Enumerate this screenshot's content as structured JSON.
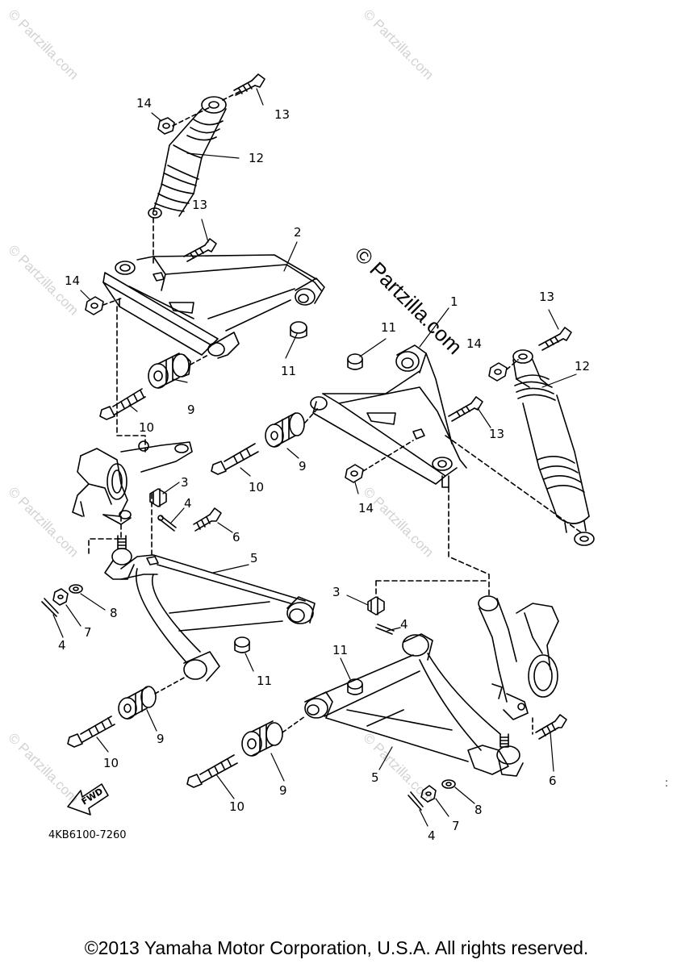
{
  "diagram": {
    "reference_code": "4KB6100-7260",
    "direction_label": "FWD",
    "copyright": "©2013  Yamaha Motor Corporation, U.S.A. All rights reserved.",
    "watermark_text": "© Partzilla.com",
    "callouts": [
      {
        "id": "c14a",
        "label": "14"
      },
      {
        "id": "c13a",
        "label": "13"
      },
      {
        "id": "c12a",
        "label": "12"
      },
      {
        "id": "c13b",
        "label": "13"
      },
      {
        "id": "c2",
        "label": "2"
      },
      {
        "id": "c14b",
        "label": "14"
      },
      {
        "id": "c11a",
        "label": "11"
      },
      {
        "id": "c9a",
        "label": "9"
      },
      {
        "id": "c10a",
        "label": "10"
      },
      {
        "id": "c1",
        "label": "1"
      },
      {
        "id": "c11b",
        "label": "11"
      },
      {
        "id": "c13c",
        "label": "13"
      },
      {
        "id": "c14c",
        "label": "14"
      },
      {
        "id": "c13d",
        "label": "13"
      },
      {
        "id": "c12b",
        "label": "12"
      },
      {
        "id": "c9b",
        "label": "9"
      },
      {
        "id": "c10b",
        "label": "10"
      },
      {
        "id": "c14d",
        "label": "14"
      },
      {
        "id": "c3a",
        "label": "3"
      },
      {
        "id": "c4a",
        "label": "4"
      },
      {
        "id": "c6a",
        "label": "6"
      },
      {
        "id": "c5a",
        "label": "5"
      },
      {
        "id": "c8a",
        "label": "8"
      },
      {
        "id": "c7a",
        "label": "7"
      },
      {
        "id": "c4b",
        "label": "4"
      },
      {
        "id": "c11c",
        "label": "11"
      },
      {
        "id": "c9c",
        "label": "9"
      },
      {
        "id": "c10c",
        "label": "10"
      },
      {
        "id": "c3b",
        "label": "3"
      },
      {
        "id": "c4c",
        "label": "4"
      },
      {
        "id": "c11d",
        "label": "11"
      },
      {
        "id": "c5b",
        "label": "5"
      },
      {
        "id": "c9d",
        "label": "9"
      },
      {
        "id": "c10d",
        "label": "10"
      },
      {
        "id": "c6b",
        "label": "6"
      },
      {
        "id": "c8b",
        "label": "8"
      },
      {
        "id": "c7b",
        "label": "7"
      },
      {
        "id": "c4d",
        "label": "4"
      }
    ]
  }
}
